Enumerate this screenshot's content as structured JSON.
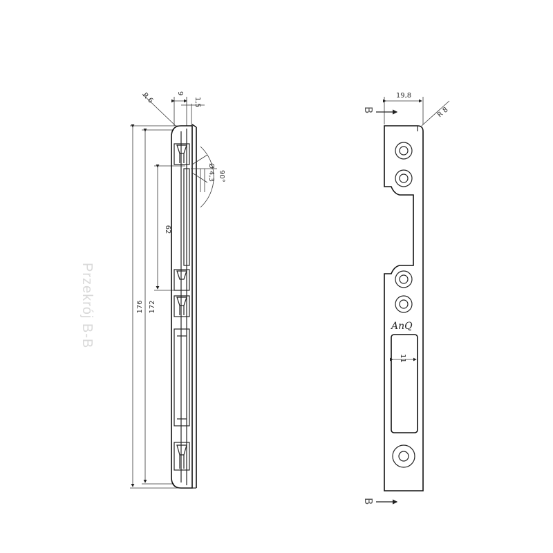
{
  "diagram": {
    "section_title": "Przekrój B-B",
    "section_marker": "B",
    "logo_text": "AnQ",
    "dimensions": {
      "overall_length": "176",
      "inner_length": "172",
      "pocket_length": "62",
      "corner_radius_left": "R 6",
      "thickness_top": "9",
      "plate_thickness": "1,5",
      "hole_diameter": "Ø 4,3",
      "countersink_angle": "90°",
      "width": "19,8",
      "corner_radius_right": "R 8",
      "slot_width": "11"
    }
  }
}
